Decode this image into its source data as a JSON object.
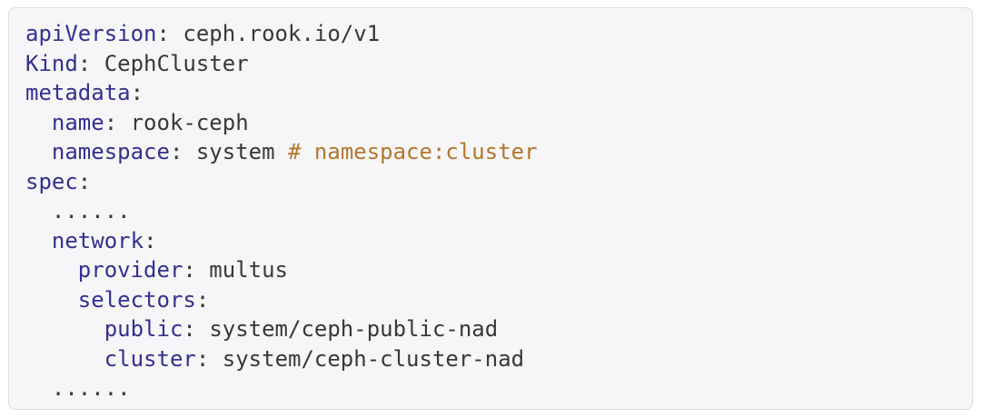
{
  "colors": {
    "key": "#34308e",
    "value": "#383838",
    "comment": "#b3762e",
    "panel_bg": "#f6f6f8",
    "panel_border": "#dcdcdf",
    "page_bg": "#ffffff"
  },
  "code": {
    "language": "yaml",
    "lines": [
      {
        "tokens": [
          {
            "t": "key",
            "s": "apiVersion"
          },
          {
            "t": "punct",
            "s": ": "
          },
          {
            "t": "value",
            "s": "ceph.rook.io/v1"
          }
        ]
      },
      {
        "tokens": [
          {
            "t": "key",
            "s": "Kind"
          },
          {
            "t": "punct",
            "s": ": "
          },
          {
            "t": "value",
            "s": "CephCluster"
          }
        ]
      },
      {
        "tokens": [
          {
            "t": "key",
            "s": "metadata"
          },
          {
            "t": "punct",
            "s": ":"
          }
        ]
      },
      {
        "tokens": [
          {
            "t": "indent",
            "s": "  "
          },
          {
            "t": "key",
            "s": "name"
          },
          {
            "t": "punct",
            "s": ": "
          },
          {
            "t": "value",
            "s": "rook-ceph"
          }
        ]
      },
      {
        "tokens": [
          {
            "t": "indent",
            "s": "  "
          },
          {
            "t": "key",
            "s": "namespace"
          },
          {
            "t": "punct",
            "s": ": "
          },
          {
            "t": "value",
            "s": "system "
          },
          {
            "t": "comment",
            "s": "# namespace:cluster"
          }
        ]
      },
      {
        "tokens": [
          {
            "t": "key",
            "s": "spec"
          },
          {
            "t": "punct",
            "s": ":"
          }
        ]
      },
      {
        "tokens": [
          {
            "t": "indent",
            "s": "  "
          },
          {
            "t": "value",
            "s": "......"
          }
        ]
      },
      {
        "tokens": [
          {
            "t": "indent",
            "s": "  "
          },
          {
            "t": "key",
            "s": "network"
          },
          {
            "t": "punct",
            "s": ":"
          }
        ]
      },
      {
        "tokens": [
          {
            "t": "indent",
            "s": "    "
          },
          {
            "t": "key",
            "s": "provider"
          },
          {
            "t": "punct",
            "s": ": "
          },
          {
            "t": "value",
            "s": "multus"
          }
        ]
      },
      {
        "tokens": [
          {
            "t": "indent",
            "s": "    "
          },
          {
            "t": "key",
            "s": "selectors"
          },
          {
            "t": "punct",
            "s": ":"
          }
        ]
      },
      {
        "tokens": [
          {
            "t": "indent",
            "s": "      "
          },
          {
            "t": "key",
            "s": "public"
          },
          {
            "t": "punct",
            "s": ": "
          },
          {
            "t": "value",
            "s": "system/ceph-public-nad"
          }
        ]
      },
      {
        "tokens": [
          {
            "t": "indent",
            "s": "      "
          },
          {
            "t": "key",
            "s": "cluster"
          },
          {
            "t": "punct",
            "s": ": "
          },
          {
            "t": "value",
            "s": "system/ceph-cluster-nad"
          }
        ]
      },
      {
        "tokens": [
          {
            "t": "indent",
            "s": "  "
          },
          {
            "t": "value",
            "s": "......"
          }
        ]
      }
    ]
  }
}
